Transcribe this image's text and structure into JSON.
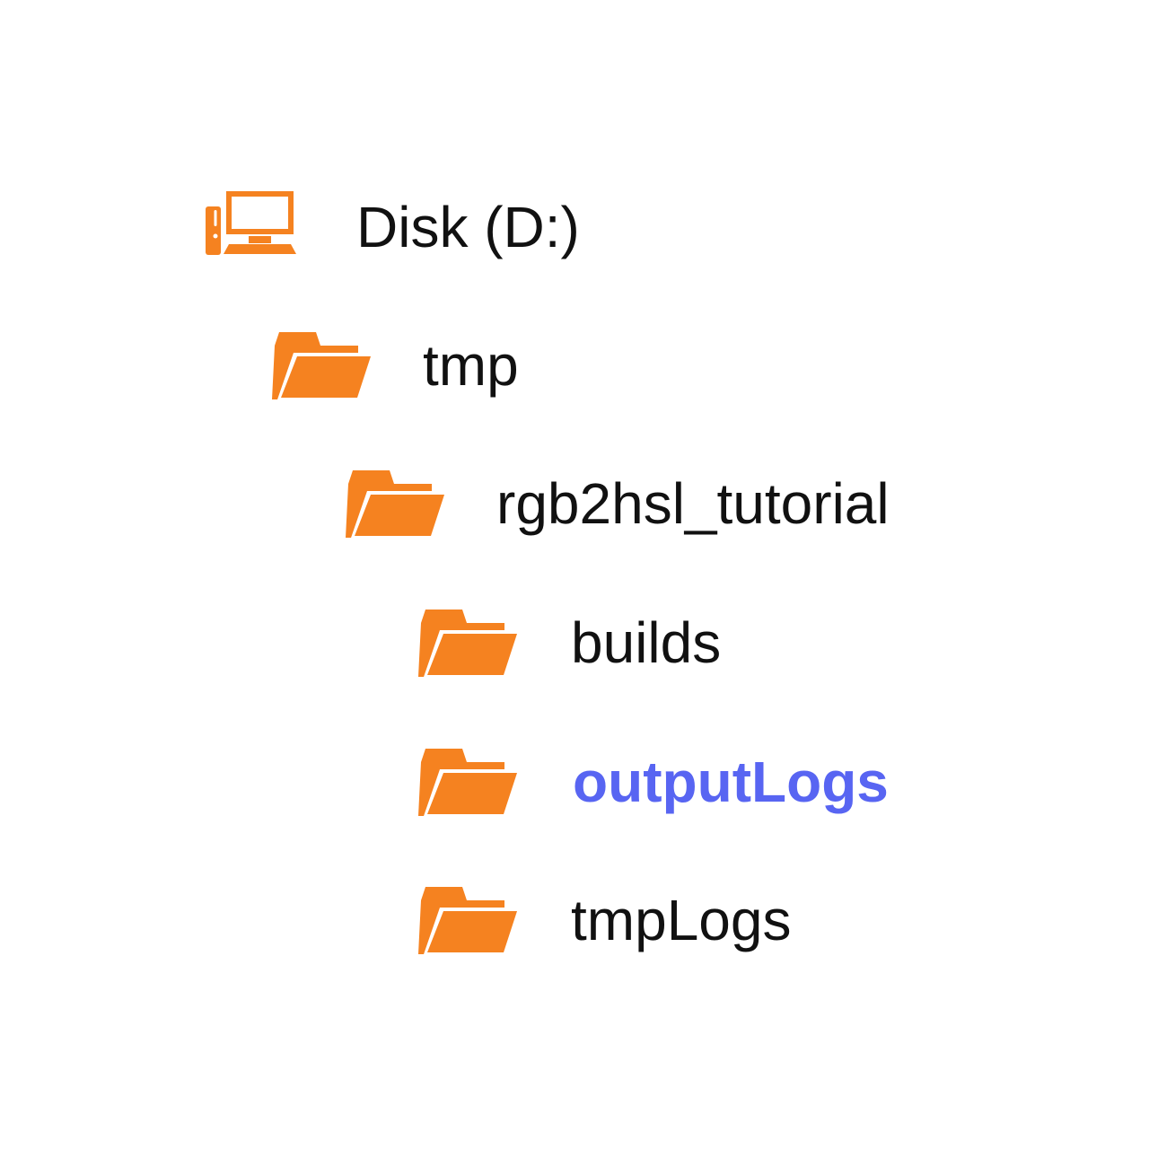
{
  "window": {
    "background": "#FFFFFF"
  },
  "colors": {
    "icon_orange": "#F58220",
    "selected_blue": "#5865F2",
    "text_black": "#111111"
  },
  "tree": {
    "items": [
      {
        "label": "Disk (D:)",
        "level": 0,
        "icon": "computer",
        "selected": false
      },
      {
        "label": "tmp",
        "level": 1,
        "icon": "folder-open",
        "selected": false
      },
      {
        "label": "rgb2hsl_tutorial",
        "level": 2,
        "icon": "folder-open",
        "selected": false
      },
      {
        "label": "builds",
        "level": 3,
        "icon": "folder-open",
        "selected": false
      },
      {
        "label": "outputLogs",
        "level": 3,
        "icon": "folder-open",
        "selected": true
      },
      {
        "label": "tmpLogs",
        "level": 3,
        "icon": "folder-open",
        "selected": false
      }
    ]
  }
}
